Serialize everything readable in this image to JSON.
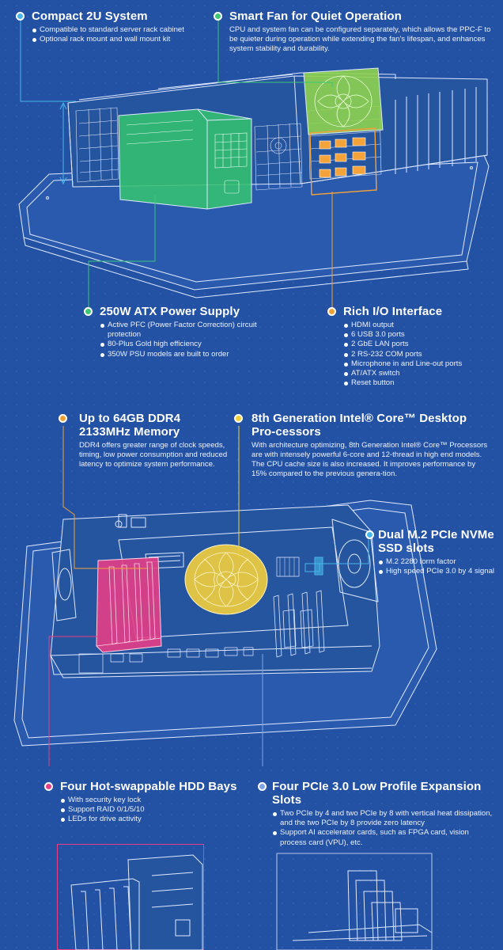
{
  "colors": {
    "background": "#2351a3",
    "line": "#dfe9ff",
    "cyan": "#46b7ea",
    "green": "#3cc676",
    "orange": "#f0a23a",
    "gold": "#f2cf3a",
    "pink": "#e83f86",
    "blue_dot": "#7fa5e6",
    "psu_fill": "#35c272",
    "fan_fill": "#8fd14f",
    "io_fill": "#f4a23a",
    "cooler_fill": "#f3cf3c",
    "hdd_fill": "#e63e86"
  },
  "callouts": {
    "compact": {
      "title": "Compact 2U System",
      "bullets": [
        "Compatible to standard server rack cabinet",
        "Optional rack mount and wall mount kit"
      ]
    },
    "fan": {
      "title": "Smart Fan for Quiet Operation",
      "desc": "CPU and system fan can be configured separately, which allows the PPC-F to be quieter during operation while extending the fan's lifespan, and enhances system stability and durability."
    },
    "psu": {
      "title": "250W ATX Power Supply",
      "bullets": [
        "Active PFC (Power Factor Correction) circuit protection",
        "80-Plus Gold high efficiency",
        "350W PSU models are built to order"
      ]
    },
    "io": {
      "title": "Rich I/O Interface",
      "bullets": [
        "HDMI output",
        "6 USB 3.0 ports",
        "2 GbE LAN ports",
        "2 RS-232 COM ports",
        "Microphone in and Line-out ports",
        "AT/ATX switch",
        "Reset button"
      ]
    },
    "memory": {
      "title": "Up to 64GB DDR4 2133MHz Memory",
      "desc": "DDR4 offers greater range of clock speeds, timing, low power consumption and reduced latency to optimize system performance."
    },
    "cpu": {
      "title": "8th Generation Intel® Core™ Desktop Pro-cessors",
      "desc": "With architecture optimizing, 8th Generation Intel® Core™ Processors are with intensely powerful 6-core and 12-thread in high end models. The CPU cache size is also increased. It improves performance by 15% compared to the previous genera-tion."
    },
    "m2": {
      "title": "Dual M.2 PCIe NVMe SSD slots",
      "bullets": [
        "M.2 2280 form factor",
        "High speed PCIe 3.0 by 4 signal"
      ]
    },
    "hdd": {
      "title": "Four Hot-swappable HDD Bays",
      "bullets": [
        "With security key lock",
        "Support RAID 0/1/5/10",
        "LEDs for drive activity"
      ]
    },
    "pcie": {
      "title": "Four PCIe 3.0 Low Profile Expansion Slots",
      "bullets": [
        "Two PCIe by 4 and two PCIe by 8 with vertical heat dissipation, and the two PCIe by 8 provide zero latency",
        "Support AI accelerator cards, such as FPGA card, vision process card (VPU), etc."
      ]
    }
  }
}
